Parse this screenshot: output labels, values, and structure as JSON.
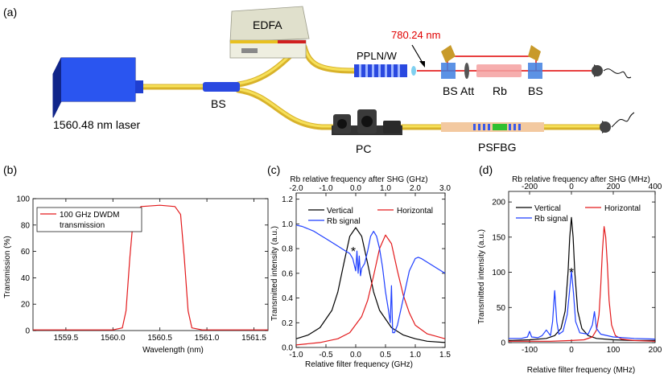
{
  "panel_labels": {
    "a": "(a)",
    "b": "(b)",
    "c": "(c)",
    "d": "(d)"
  },
  "setup": {
    "laser_label": "1560.48 nm laser",
    "bs_left_label": "BS",
    "edfa_label": "EDFA",
    "wavelength_label": "780.24 nm",
    "ppln_label": "PPLN/W",
    "bs1_label": "BS",
    "att_label": "Att",
    "rb_label": "Rb",
    "bs2_label": "BS",
    "pc_label": "PC",
    "psfbg_label": "PSFBG"
  },
  "colors": {
    "fiber": "#f0d040",
    "laser_blue": "#1f3fd0",
    "beam_red": "#e00000",
    "wavelength_red": "#e00000",
    "edfa_box": "#e0e0cc",
    "black": "#000000",
    "red": "#e31a1c",
    "blue": "#1f3fff"
  },
  "chart_data": [
    {
      "panel": "(b)",
      "type": "line",
      "xlabel": "Wavelength (nm)",
      "ylabel": "Transmission (%)",
      "xlim": [
        1559.15,
        1561.65
      ],
      "ylim": [
        0,
        100
      ],
      "xticks": [
        "1559.5",
        "1560.0",
        "1560.5",
        "1561.0",
        "1561.5"
      ],
      "yticks": [
        "0",
        "20",
        "40",
        "60",
        "80",
        "100"
      ],
      "legend": [
        "100 GHz DWDM",
        "transmission"
      ],
      "legend_position": "top-left",
      "series": [
        {
          "name": "100 GHz DWDM transmission",
          "color": "#e31a1c",
          "x": [
            1559.15,
            1560.0,
            1560.1,
            1560.14,
            1560.18,
            1560.22,
            1560.3,
            1560.5,
            1560.66,
            1560.72,
            1560.76,
            1560.8,
            1560.84,
            1560.95,
            1561.65
          ],
          "y": [
            0.5,
            0.5,
            2,
            15,
            55,
            88,
            94,
            95,
            94,
            88,
            55,
            15,
            2,
            0.5,
            0.5
          ]
        }
      ]
    },
    {
      "panel": "(c)",
      "type": "line",
      "xlabel": "Relative filter frequency (GHz)",
      "ylabel": "Transmitted intensity (a.u.)",
      "top_xlabel": "Rb relative frequency after SHG (GHz)",
      "xlim": [
        -1.0,
        1.5
      ],
      "ylim": [
        0,
        1.25
      ],
      "top_xlim": [
        -2.0,
        3.0
      ],
      "xticks": [
        "-1.0",
        "-0.5",
        "0.0",
        "0.5",
        "1.0",
        "1.5"
      ],
      "top_xticks": [
        "-2.0",
        "-1.0",
        "0.0",
        "1.0",
        "2.0",
        "3.0"
      ],
      "yticks": [
        "0.0",
        "0.2",
        "0.4",
        "0.6",
        "0.8",
        "1.0",
        "1.2"
      ],
      "legend_position": "top",
      "marker": "*",
      "series": [
        {
          "name": "Vertical",
          "color": "#000000",
          "x": [
            -1.0,
            -0.8,
            -0.6,
            -0.4,
            -0.3,
            -0.2,
            -0.1,
            0.0,
            0.1,
            0.2,
            0.3,
            0.4,
            0.6,
            0.8,
            1.0,
            1.2,
            1.5
          ],
          "y": [
            0.07,
            0.1,
            0.16,
            0.3,
            0.45,
            0.68,
            0.9,
            0.97,
            0.9,
            0.68,
            0.45,
            0.3,
            0.16,
            0.1,
            0.07,
            0.05,
            0.04
          ]
        },
        {
          "name": "Horizontal",
          "color": "#e31a1c",
          "x": [
            -1.0,
            -0.6,
            -0.3,
            -0.1,
            0.1,
            0.2,
            0.3,
            0.4,
            0.5,
            0.6,
            0.7,
            0.8,
            0.9,
            1.0,
            1.2,
            1.5
          ],
          "y": [
            0.02,
            0.04,
            0.07,
            0.12,
            0.25,
            0.38,
            0.58,
            0.8,
            0.91,
            0.84,
            0.62,
            0.42,
            0.28,
            0.18,
            0.11,
            0.07
          ]
        },
        {
          "name": "Rb signal",
          "color": "#1f3fff",
          "x": [
            -1.0,
            -0.9,
            -0.8,
            -0.7,
            -0.6,
            -0.5,
            -0.4,
            -0.3,
            -0.2,
            -0.1,
            -0.05,
            0.0,
            0.02,
            0.04,
            0.06,
            0.08,
            0.1,
            0.15,
            0.2,
            0.25,
            0.3,
            0.35,
            0.4,
            0.45,
            0.5,
            0.55,
            0.58,
            0.6,
            0.62,
            0.65,
            0.7,
            0.8,
            0.9,
            1.0,
            1.05,
            1.1,
            1.2,
            1.3,
            1.4,
            1.5
          ],
          "y": [
            0.99,
            0.98,
            0.96,
            0.94,
            0.91,
            0.88,
            0.85,
            0.82,
            0.79,
            0.76,
            0.72,
            0.62,
            0.78,
            0.6,
            0.74,
            0.58,
            0.64,
            0.68,
            0.78,
            0.9,
            0.94,
            0.9,
            0.8,
            0.65,
            0.45,
            0.3,
            0.2,
            0.5,
            0.12,
            0.12,
            0.18,
            0.4,
            0.62,
            0.72,
            0.73,
            0.72,
            0.69,
            0.66,
            0.63,
            0.6
          ]
        }
      ]
    },
    {
      "panel": "(d)",
      "type": "line",
      "xlabel": "Relative filter frequency (MHz)",
      "ylabel": "Transmitted intensity (a.u.)",
      "top_xlabel": "Rb relative frequency after SHG (MHz)",
      "xlim": [
        -150,
        200
      ],
      "ylim": [
        0,
        215
      ],
      "top_xlim": [
        -300,
        400
      ],
      "xticks": [
        "-100",
        "0",
        "100",
        "200"
      ],
      "top_xticks": [
        "-200",
        "0",
        "200",
        "400"
      ],
      "yticks": [
        "0",
        "50",
        "100",
        "150",
        "200"
      ],
      "legend_position": "top",
      "marker": "*",
      "series": [
        {
          "name": "Vertical",
          "color": "#000000",
          "x": [
            -150,
            -100,
            -60,
            -40,
            -25,
            -15,
            -8,
            -4,
            0,
            4,
            8,
            15,
            25,
            40,
            60,
            100,
            150,
            200
          ],
          "y": [
            3,
            4,
            6,
            10,
            20,
            45,
            100,
            150,
            178,
            150,
            100,
            45,
            20,
            10,
            6,
            4,
            3,
            3
          ]
        },
        {
          "name": "Horizontal",
          "color": "#e31a1c",
          "x": [
            -150,
            -50,
            0,
            30,
            50,
            60,
            66,
            70,
            74,
            78,
            82,
            86,
            90,
            96,
            105,
            120,
            150,
            200
          ],
          "y": [
            2,
            2,
            3,
            4,
            8,
            18,
            40,
            80,
            130,
            165,
            150,
            110,
            60,
            25,
            10,
            5,
            3,
            2
          ]
        },
        {
          "name": "Rb signal",
          "color": "#1f3fff",
          "x": [
            -150,
            -120,
            -105,
            -100,
            -95,
            -80,
            -70,
            -60,
            -50,
            -45,
            -40,
            -35,
            -30,
            -20,
            -10,
            -5,
            0,
            5,
            10,
            20,
            40,
            50,
            55,
            60,
            70,
            100,
            150,
            200
          ],
          "y": [
            6,
            6,
            8,
            16,
            8,
            7,
            10,
            18,
            10,
            30,
            74,
            30,
            12,
            16,
            40,
            70,
            102,
            70,
            30,
            14,
            12,
            25,
            44,
            20,
            12,
            8,
            6,
            5
          ]
        }
      ]
    }
  ]
}
